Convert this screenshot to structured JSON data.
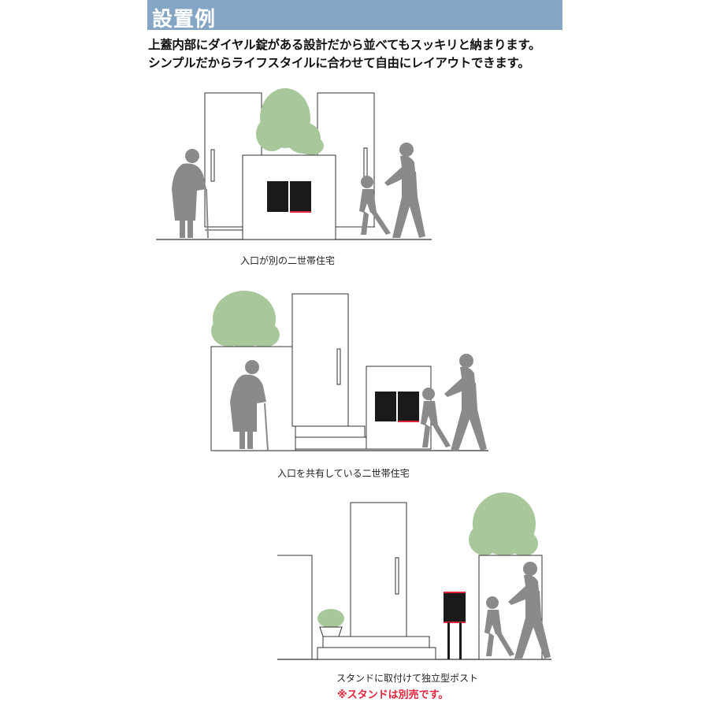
{
  "header": {
    "title": "設置例",
    "band_color": "#85a5c4"
  },
  "description": {
    "line1": "上蓋内部にダイヤル錠がある設計だから並べてもスッキリと納まります。",
    "line2": "シンプルだからライフスタイルに合わせて自由にレイアウトできます。"
  },
  "examples": [
    {
      "caption": "入口が別の二世帯住宅"
    },
    {
      "caption": "入口を共有している二世帯住宅"
    },
    {
      "caption": "スタンドに取付けて独立型ポスト",
      "note": "※スタンドは別売です。"
    }
  ],
  "colors": {
    "figure": "#8a8a8a",
    "tree": "#a8c79a",
    "mailbox": "#1a1a1a",
    "accent": "#e2243a",
    "note": "#e2243a"
  }
}
